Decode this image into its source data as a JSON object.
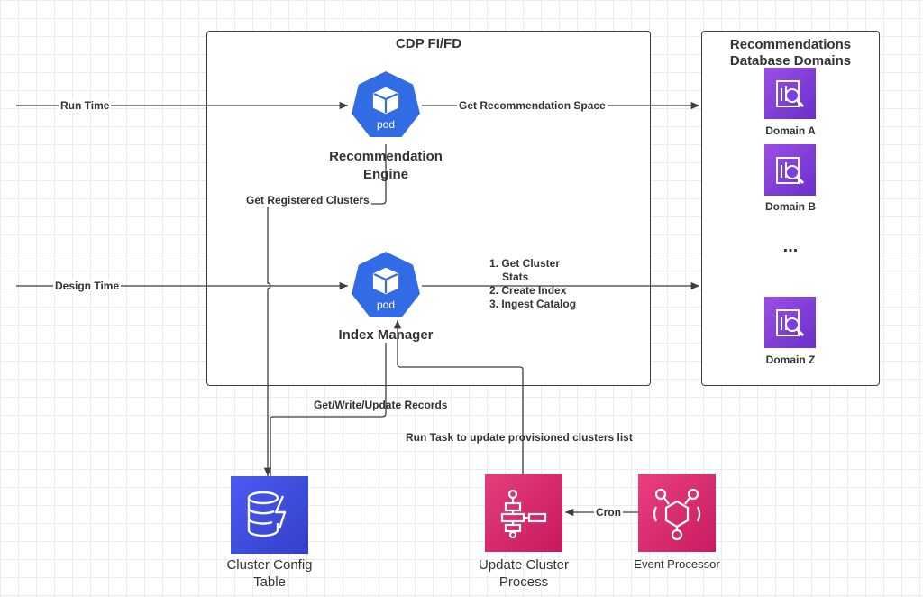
{
  "containers": {
    "cdp": {
      "title": "CDP FI/FD"
    },
    "recommendations": {
      "title_line1": "Recommendations",
      "title_line2": "Database Domains"
    }
  },
  "nodes": {
    "recommendation_engine": {
      "badge": "pod",
      "title_line1": "Recommendation",
      "title_line2": "Engine",
      "icon": "kubernetes-pod-icon"
    },
    "index_manager": {
      "badge": "pod",
      "title": "Index Manager",
      "icon": "kubernetes-pod-icon"
    },
    "domains": [
      {
        "label": "Domain A",
        "icon": "database-search-icon"
      },
      {
        "label": "Domain B",
        "icon": "database-search-icon"
      },
      {
        "label": "Domain Z",
        "icon": "database-search-icon"
      }
    ],
    "ellipsis": "...",
    "cluster_config": {
      "label_line1": "Cluster Config",
      "label_line2": "Table",
      "icon": "dynamodb-icon"
    },
    "update_cluster": {
      "label_line1": "Update Cluster",
      "label_line2": "Process",
      "icon": "step-functions-icon"
    },
    "event_processor": {
      "label": "Event Processor",
      "icon": "eventbridge-icon"
    }
  },
  "edges": {
    "run_time": "Run Time",
    "design_time": "Design Time",
    "get_recommendation_space": "Get Recommendation Space",
    "get_registered_clusters": "Get Registered Clusters",
    "index_steps": [
      "1. Get Cluster",
      "Stats",
      "2. Create Index",
      "3. Ingest Catalog"
    ],
    "get_write_update_records": "Get/Write/Update Records",
    "run_task": "Run Task to update provisioned clusters list",
    "cron": "Cron"
  },
  "colors": {
    "pod": "#326ce5",
    "domain_icon": "#7b3ee0",
    "dynamodb": "#3b48cc",
    "step_functions": "#d6246e",
    "eventbridge": "#d6246e",
    "line": "#3d3d3d"
  }
}
